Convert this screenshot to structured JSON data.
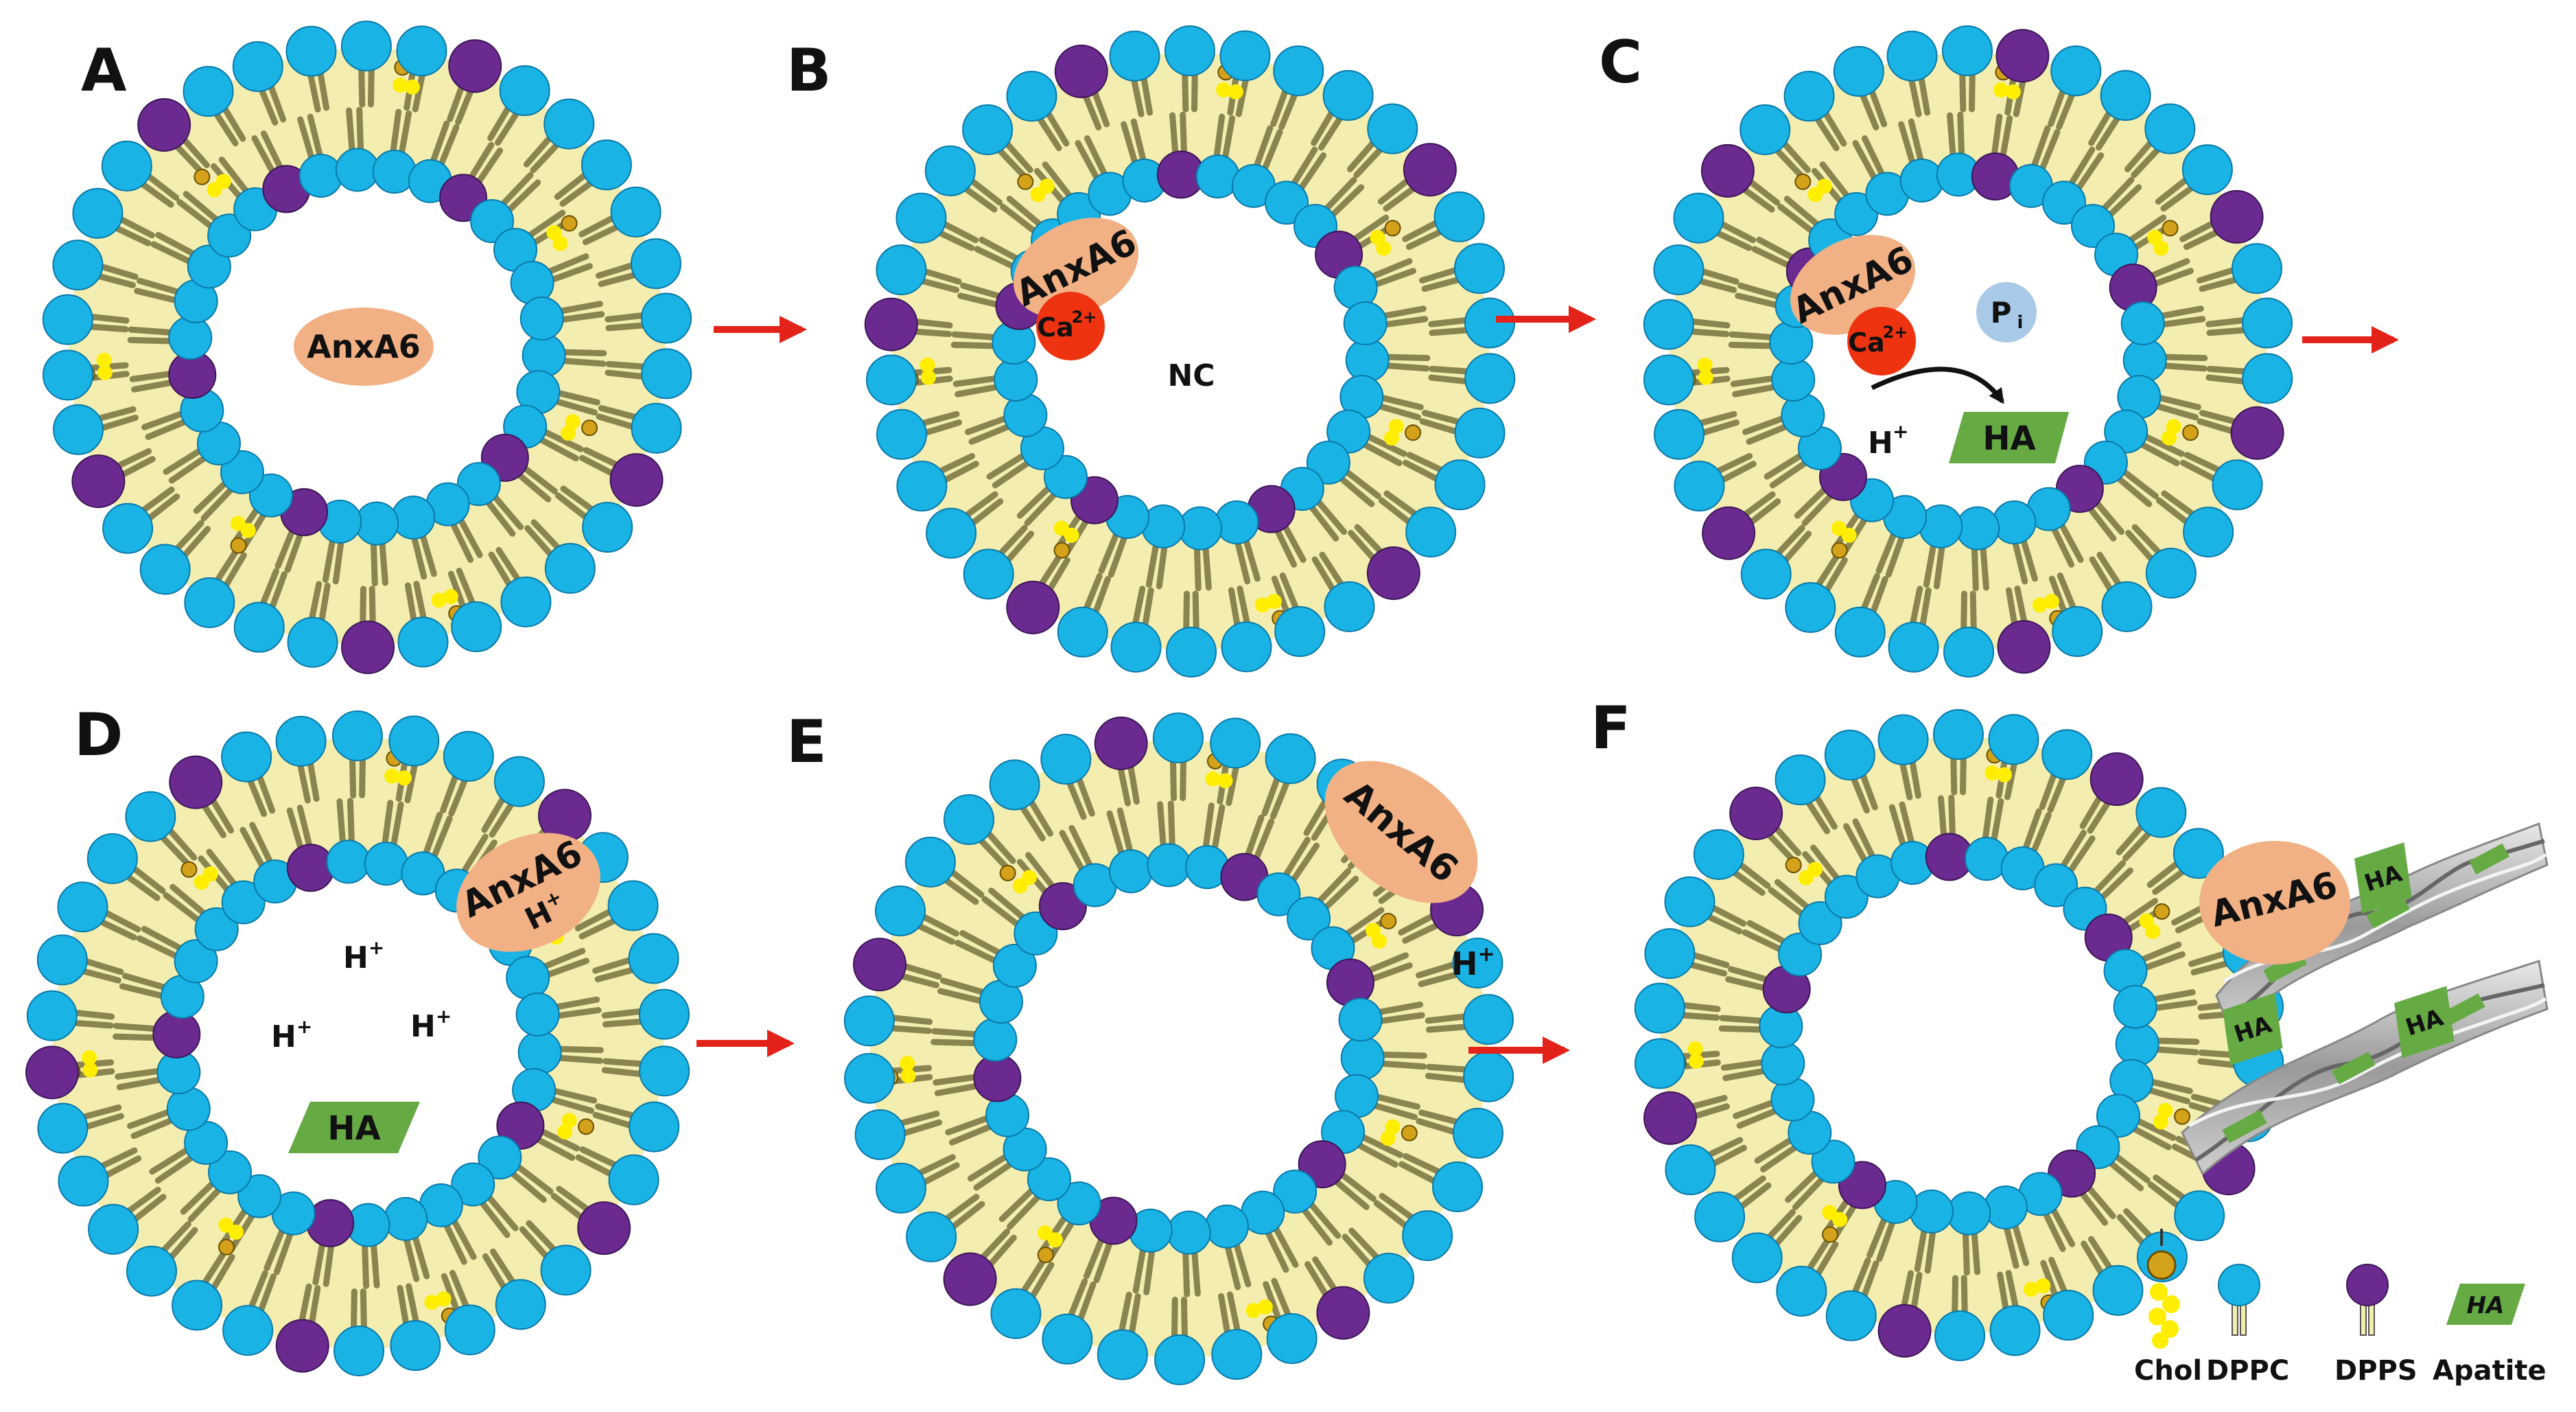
{
  "panels": [
    {
      "letter": "A",
      "protein": "AnxA6",
      "ions": []
    },
    {
      "letter": "B",
      "protein": "AnxA6",
      "ions": [
        "Ca",
        "2+",
        "NC"
      ]
    },
    {
      "letter": "C",
      "protein": "AnxA6",
      "ions": [
        "Ca",
        "2+",
        "P",
        "i",
        "H",
        "+",
        "HA"
      ]
    },
    {
      "letter": "D",
      "protein": "AnxA6",
      "ions": [
        "H",
        "+",
        "HA"
      ]
    },
    {
      "letter": "E",
      "protein": "AnxA6",
      "ions": [
        "H",
        "+"
      ]
    },
    {
      "letter": "F",
      "protein": "AnxA6",
      "ions": [
        "HA"
      ]
    }
  ],
  "legend": {
    "items": [
      {
        "label": "Chol",
        "icon": "cholesterol-icon"
      },
      {
        "label": "DPPC",
        "icon": "dppc-lipid-icon"
      },
      {
        "label": "DPPS",
        "icon": "dpps-lipid-icon"
      },
      {
        "label": "Apatite",
        "icon": "apatite-icon",
        "symbol": "HA"
      }
    ]
  },
  "colors": {
    "dppc_head": "#1ab3e6",
    "dpps_head": "#6a2a8f",
    "tail": "#f3eeb0",
    "cholesterol": "#ffee00",
    "protein": "#f2b184",
    "calcium": "#ee3311",
    "phosphate": "#a9c9e8",
    "apatite": "#66aa44",
    "arrow": "#e32219"
  }
}
